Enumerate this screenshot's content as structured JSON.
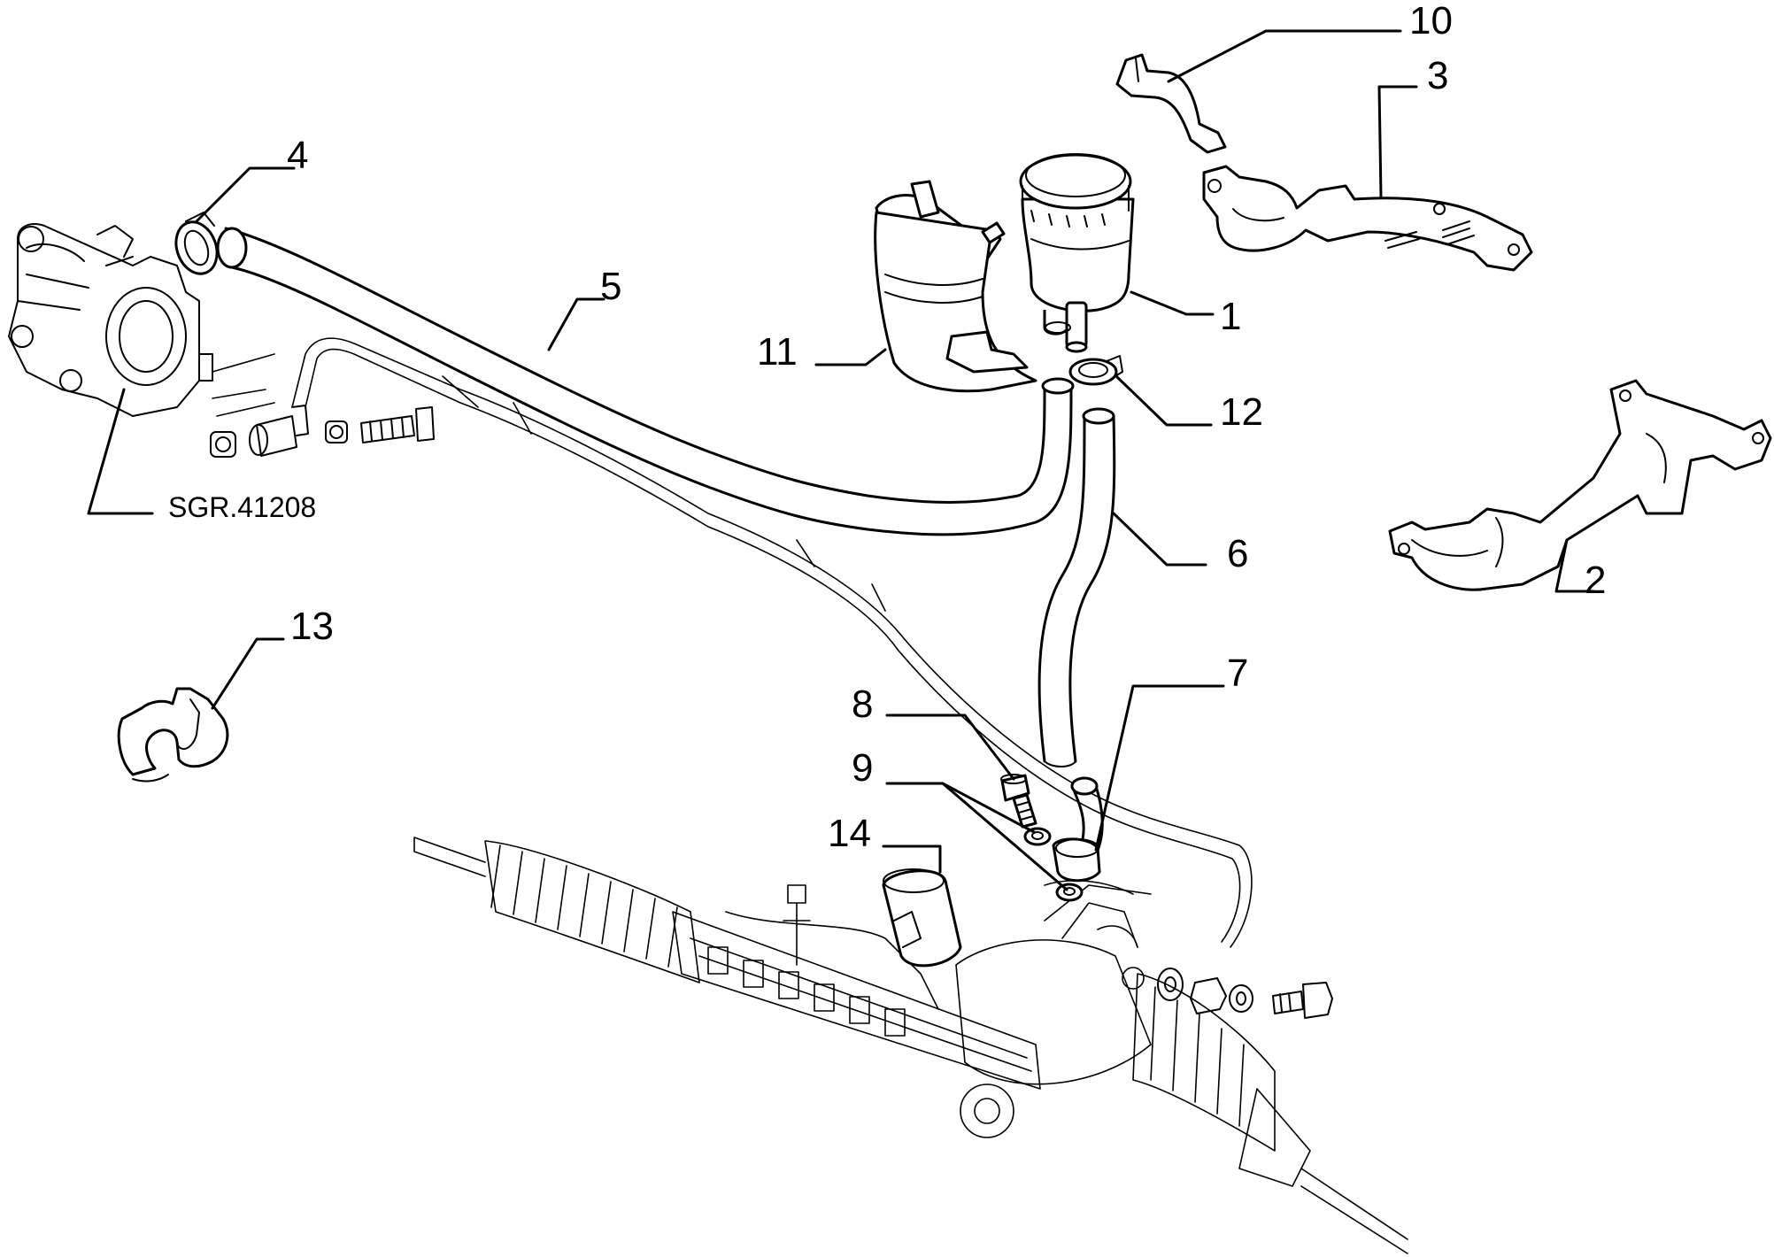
{
  "diagram": {
    "reference_code": "SGR.41208",
    "callouts": [
      "1",
      "2",
      "3",
      "4",
      "5",
      "6",
      "7",
      "8",
      "9",
      "10",
      "11",
      "12",
      "13",
      "14"
    ]
  }
}
